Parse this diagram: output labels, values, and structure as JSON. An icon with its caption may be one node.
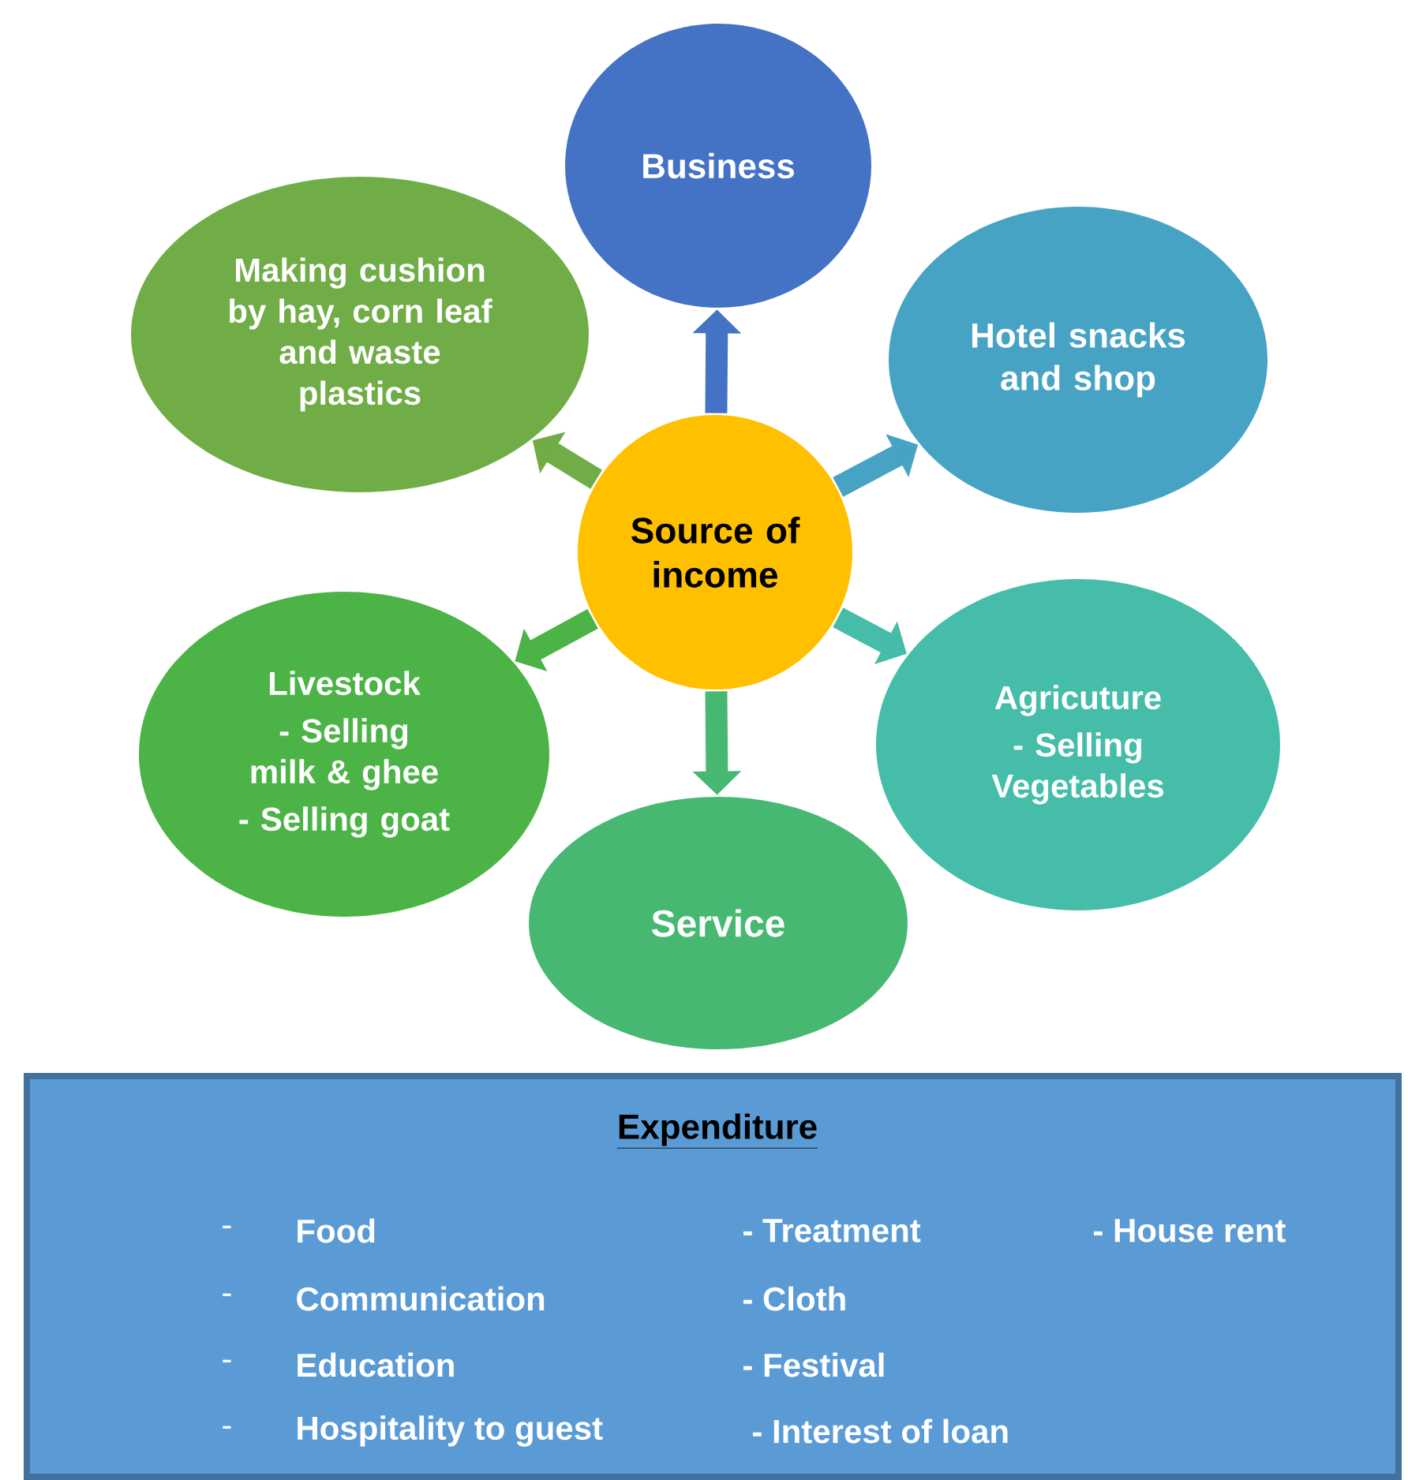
{
  "diagram": {
    "nodes": [
      {
        "text": [
          "Business"
        ]
      },
      {
        "text": [
          "Making cushion by hay, corn leaf and waste plastics"
        ]
      },
      {
        "text": [
          "Hotel snacks and shop"
        ]
      },
      {
        "text": [
          "Source of income"
        ]
      },
      {
        "text": [
          "Livestock",
          "-  Selling milk & ghee",
          "- Selling goat"
        ]
      },
      {
        "text": [
          "Agricuture",
          "- Selling Vegetables"
        ]
      },
      {
        "text": [
          "Service"
        ]
      },
      {
        "text": [
          "Expenditure",
          "-",
          "Food",
          "- Treatment",
          "- House rent",
          "-",
          "Communication",
          "- Cloth",
          "-",
          "Education",
          "- Festival",
          "-",
          "Hospitality to guest",
          "- Interest of loan"
        ]
      }
    ],
    "edges": [
      {
        "from": 3,
        "to": 0,
        "arrow": "to",
        "color": "#4472c4"
      },
      {
        "from": 3,
        "to": 1,
        "arrow": "to",
        "color": "#70ad47"
      },
      {
        "from": 3,
        "to": 2,
        "arrow": "to",
        "color": "#47a3c4"
      },
      {
        "from": 3,
        "to": 4,
        "arrow": "to",
        "color": "#4cb447"
      },
      {
        "from": 3,
        "to": 5,
        "arrow": "to",
        "color": "#45bda8"
      },
      {
        "from": 3,
        "to": 6,
        "arrow": "to",
        "color": "#47b872"
      }
    ]
  }
}
